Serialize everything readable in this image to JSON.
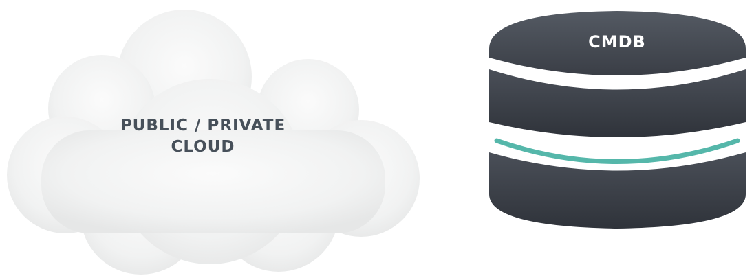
{
  "cloud": {
    "label_line1": "PUBLIC / PRIVATE",
    "label_line2": "CLOUD"
  },
  "database": {
    "label": "CMDB"
  },
  "colors": {
    "cloud_fill": "#f3f4f4",
    "cloud_label": "#47505a",
    "db_body": "#3b3f47",
    "db_label": "#ffffff",
    "accent": "#55b7aa"
  }
}
